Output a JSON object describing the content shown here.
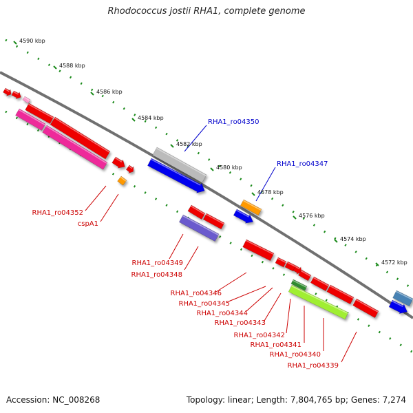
{
  "title": "Rhodococcus jostii RHA1, complete genome",
  "footer": {
    "accession": "Accession: NC_008268",
    "summary": "Topology: linear; Length: 7,804,765 bp; Genes: 7,274"
  },
  "scale_ticks": [
    "4590 kbp",
    "4588 kbp",
    "4586 kbp",
    "4584 kbp",
    "4582 kbp",
    "4580 kbp",
    "4578 kbp",
    "4576 kbp",
    "4574 kbp",
    "4572 kbp"
  ],
  "labels_top": [
    "RHA1_ro04350",
    "RHA1_ro04347"
  ],
  "labels_bottom": [
    "RHA1_ro04352",
    "cspA1",
    "RHA1_ro04349",
    "RHA1_ro04348",
    "RHA1_ro04346",
    "RHA1_ro04345",
    "RHA1_ro04344",
    "RHA1_ro04343",
    "RHA1_ro04342",
    "RHA1_ro04341",
    "RHA1_ro04340",
    "RHA1_ro04339"
  ],
  "colors": {
    "backbone": "#707070",
    "tick_green": "#1a8a1a",
    "label_top": "#0000cc",
    "label_bottom": "#cc0000",
    "red": "#ee0000",
    "magenta": "#ee2a9a",
    "blue": "#0000ee",
    "grey": "#bbbbbb",
    "orange": "#ff9900",
    "purple": "#6a5acd",
    "lime": "#a0ee30",
    "darkgreen": "#2e8b2e",
    "steelblue": "#4682b4"
  }
}
